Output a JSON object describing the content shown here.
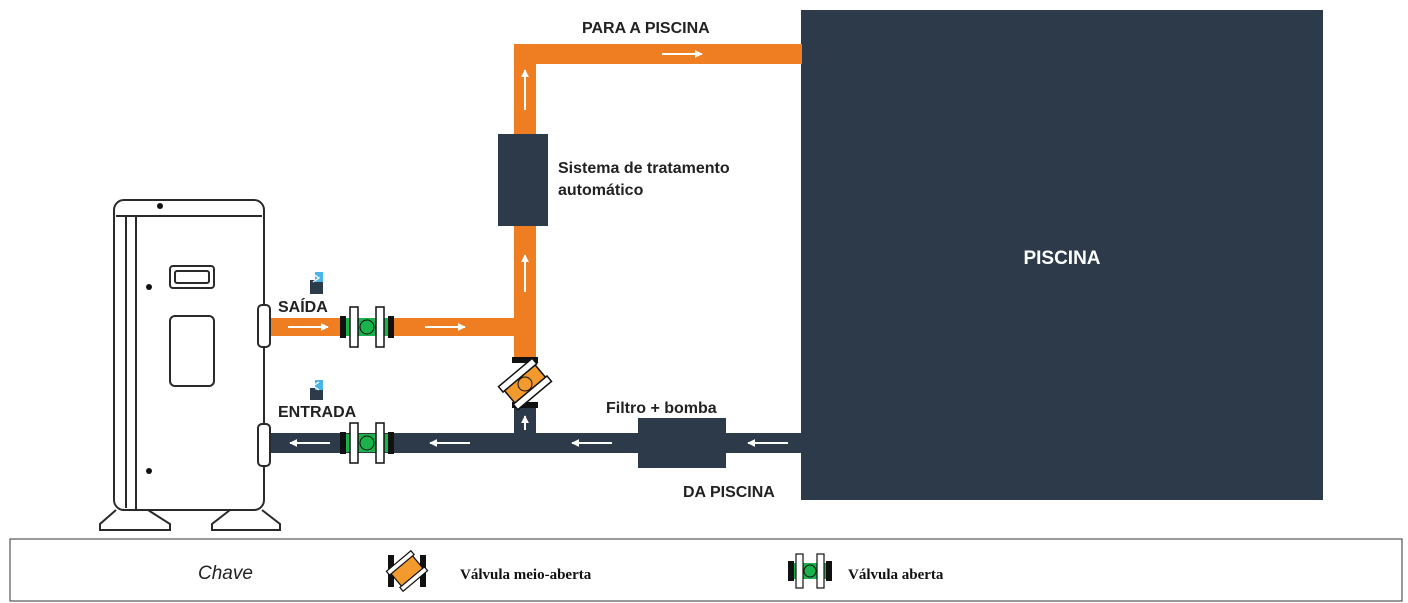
{
  "labels": {
    "to_pool": "PARA A PISCINA",
    "treatment_line1": "Sistema de tratamento",
    "treatment_line2": "automático",
    "pool": "PISCINA",
    "outlet": "SAÍDA",
    "inlet": "ENTRADA",
    "filter_pump": "Filtro + bomba",
    "from_pool": "DA PISCINA"
  },
  "legend": {
    "title": "Chave",
    "half_open_valve": "Válvula meio-aberta",
    "open_valve": "Válvula aberta"
  },
  "colors": {
    "hot_pipe": "#ef7d22",
    "cold_pipe": "#2d3a4a",
    "valve_open": "#19b24b",
    "valve_half": "#f29a2e"
  },
  "icons": {
    "outlet": "water-out-icon",
    "inlet": "water-in-icon"
  }
}
